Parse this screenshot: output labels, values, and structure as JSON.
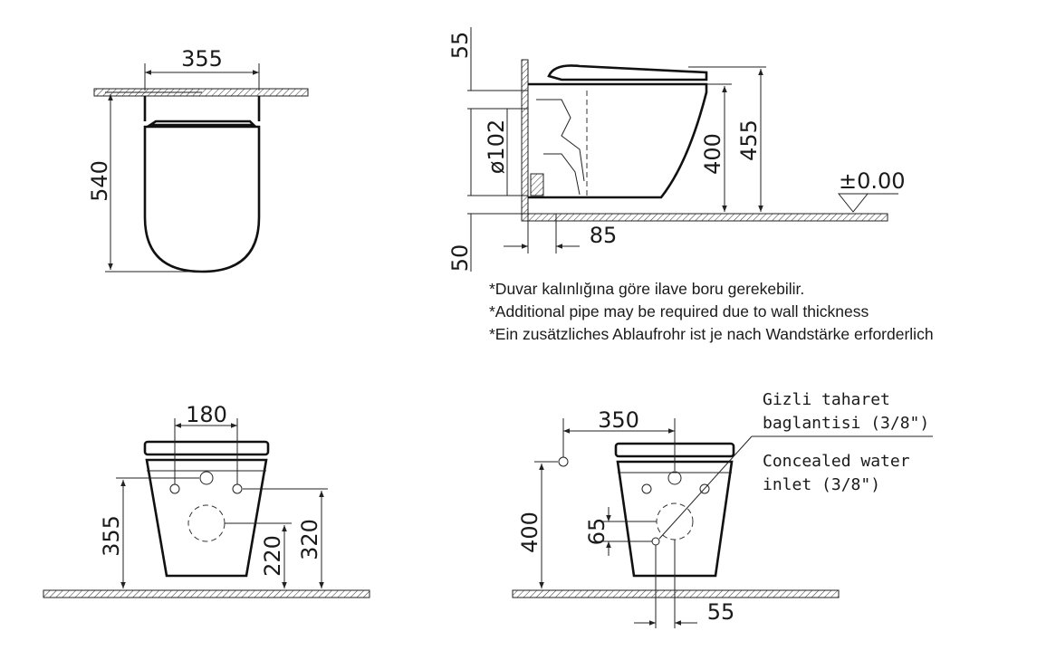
{
  "top_view": {
    "width_dim": "355",
    "length_dim": "540"
  },
  "side_view": {
    "dim_seat_height": "55",
    "dim_pipe_diameter": "ø102",
    "dim_bottom": "50",
    "dim_offset": "85",
    "dim_height_400": "400",
    "dim_height_455": "455",
    "level_label": "±0.00"
  },
  "notes": [
    "*Duvar kalınlığına göre ilave boru gerekebilir.",
    "*Additional pipe may be required due to wall thickness",
    "*Ein zusätzliches Ablaufrohr ist je nach Wandstärke erforderlich"
  ],
  "rear_view": {
    "dim_bolt_spacing": "180",
    "dim_355": "355",
    "dim_220": "220",
    "dim_320": "320"
  },
  "front_view": {
    "dim_inlet_offset": "350",
    "dim_400": "400",
    "dim_65": "65",
    "dim_55": "55",
    "callout_tr_line1": "Gizli taharet",
    "callout_tr_line2": "baglantisi (3/8\")",
    "callout_en_line1": "Concealed water",
    "callout_en_line2": "inlet (3/8\")"
  }
}
